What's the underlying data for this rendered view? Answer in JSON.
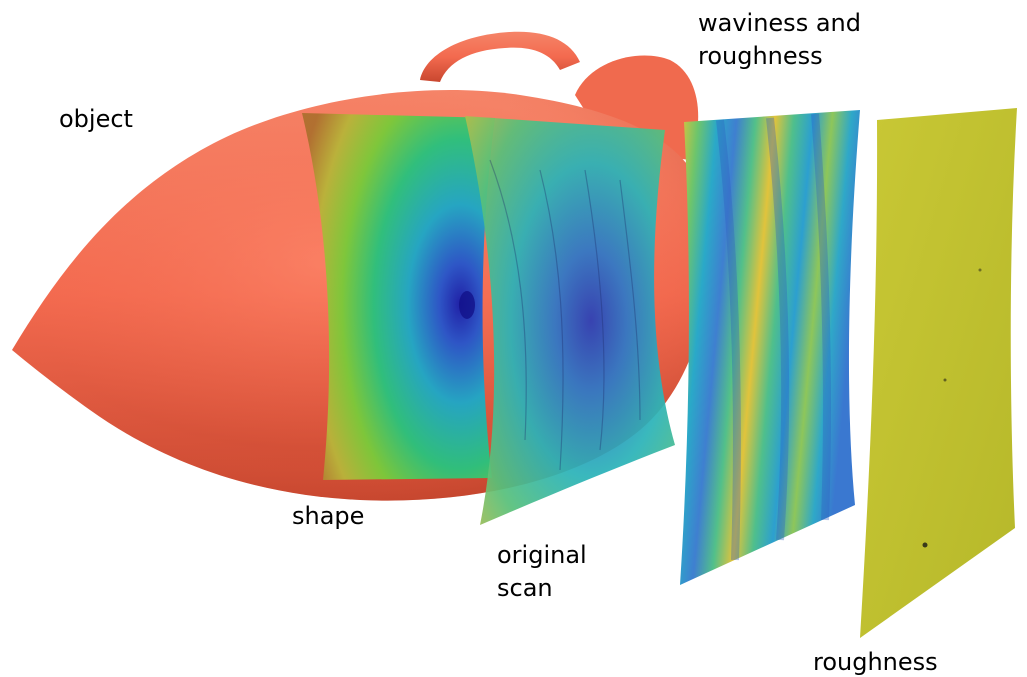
{
  "labels": {
    "object": "object",
    "shape": "shape",
    "original_scan": "original\nscan",
    "waviness_and_roughness": "waviness and\nroughness",
    "roughness": "roughness"
  },
  "colors": {
    "object": "#f36a4f",
    "roughness_layer": "#c2c42e",
    "colormap_low": "#1c1fa8",
    "colormap_mid": "#22b5b5",
    "colormap_high": "#e6c23a"
  }
}
